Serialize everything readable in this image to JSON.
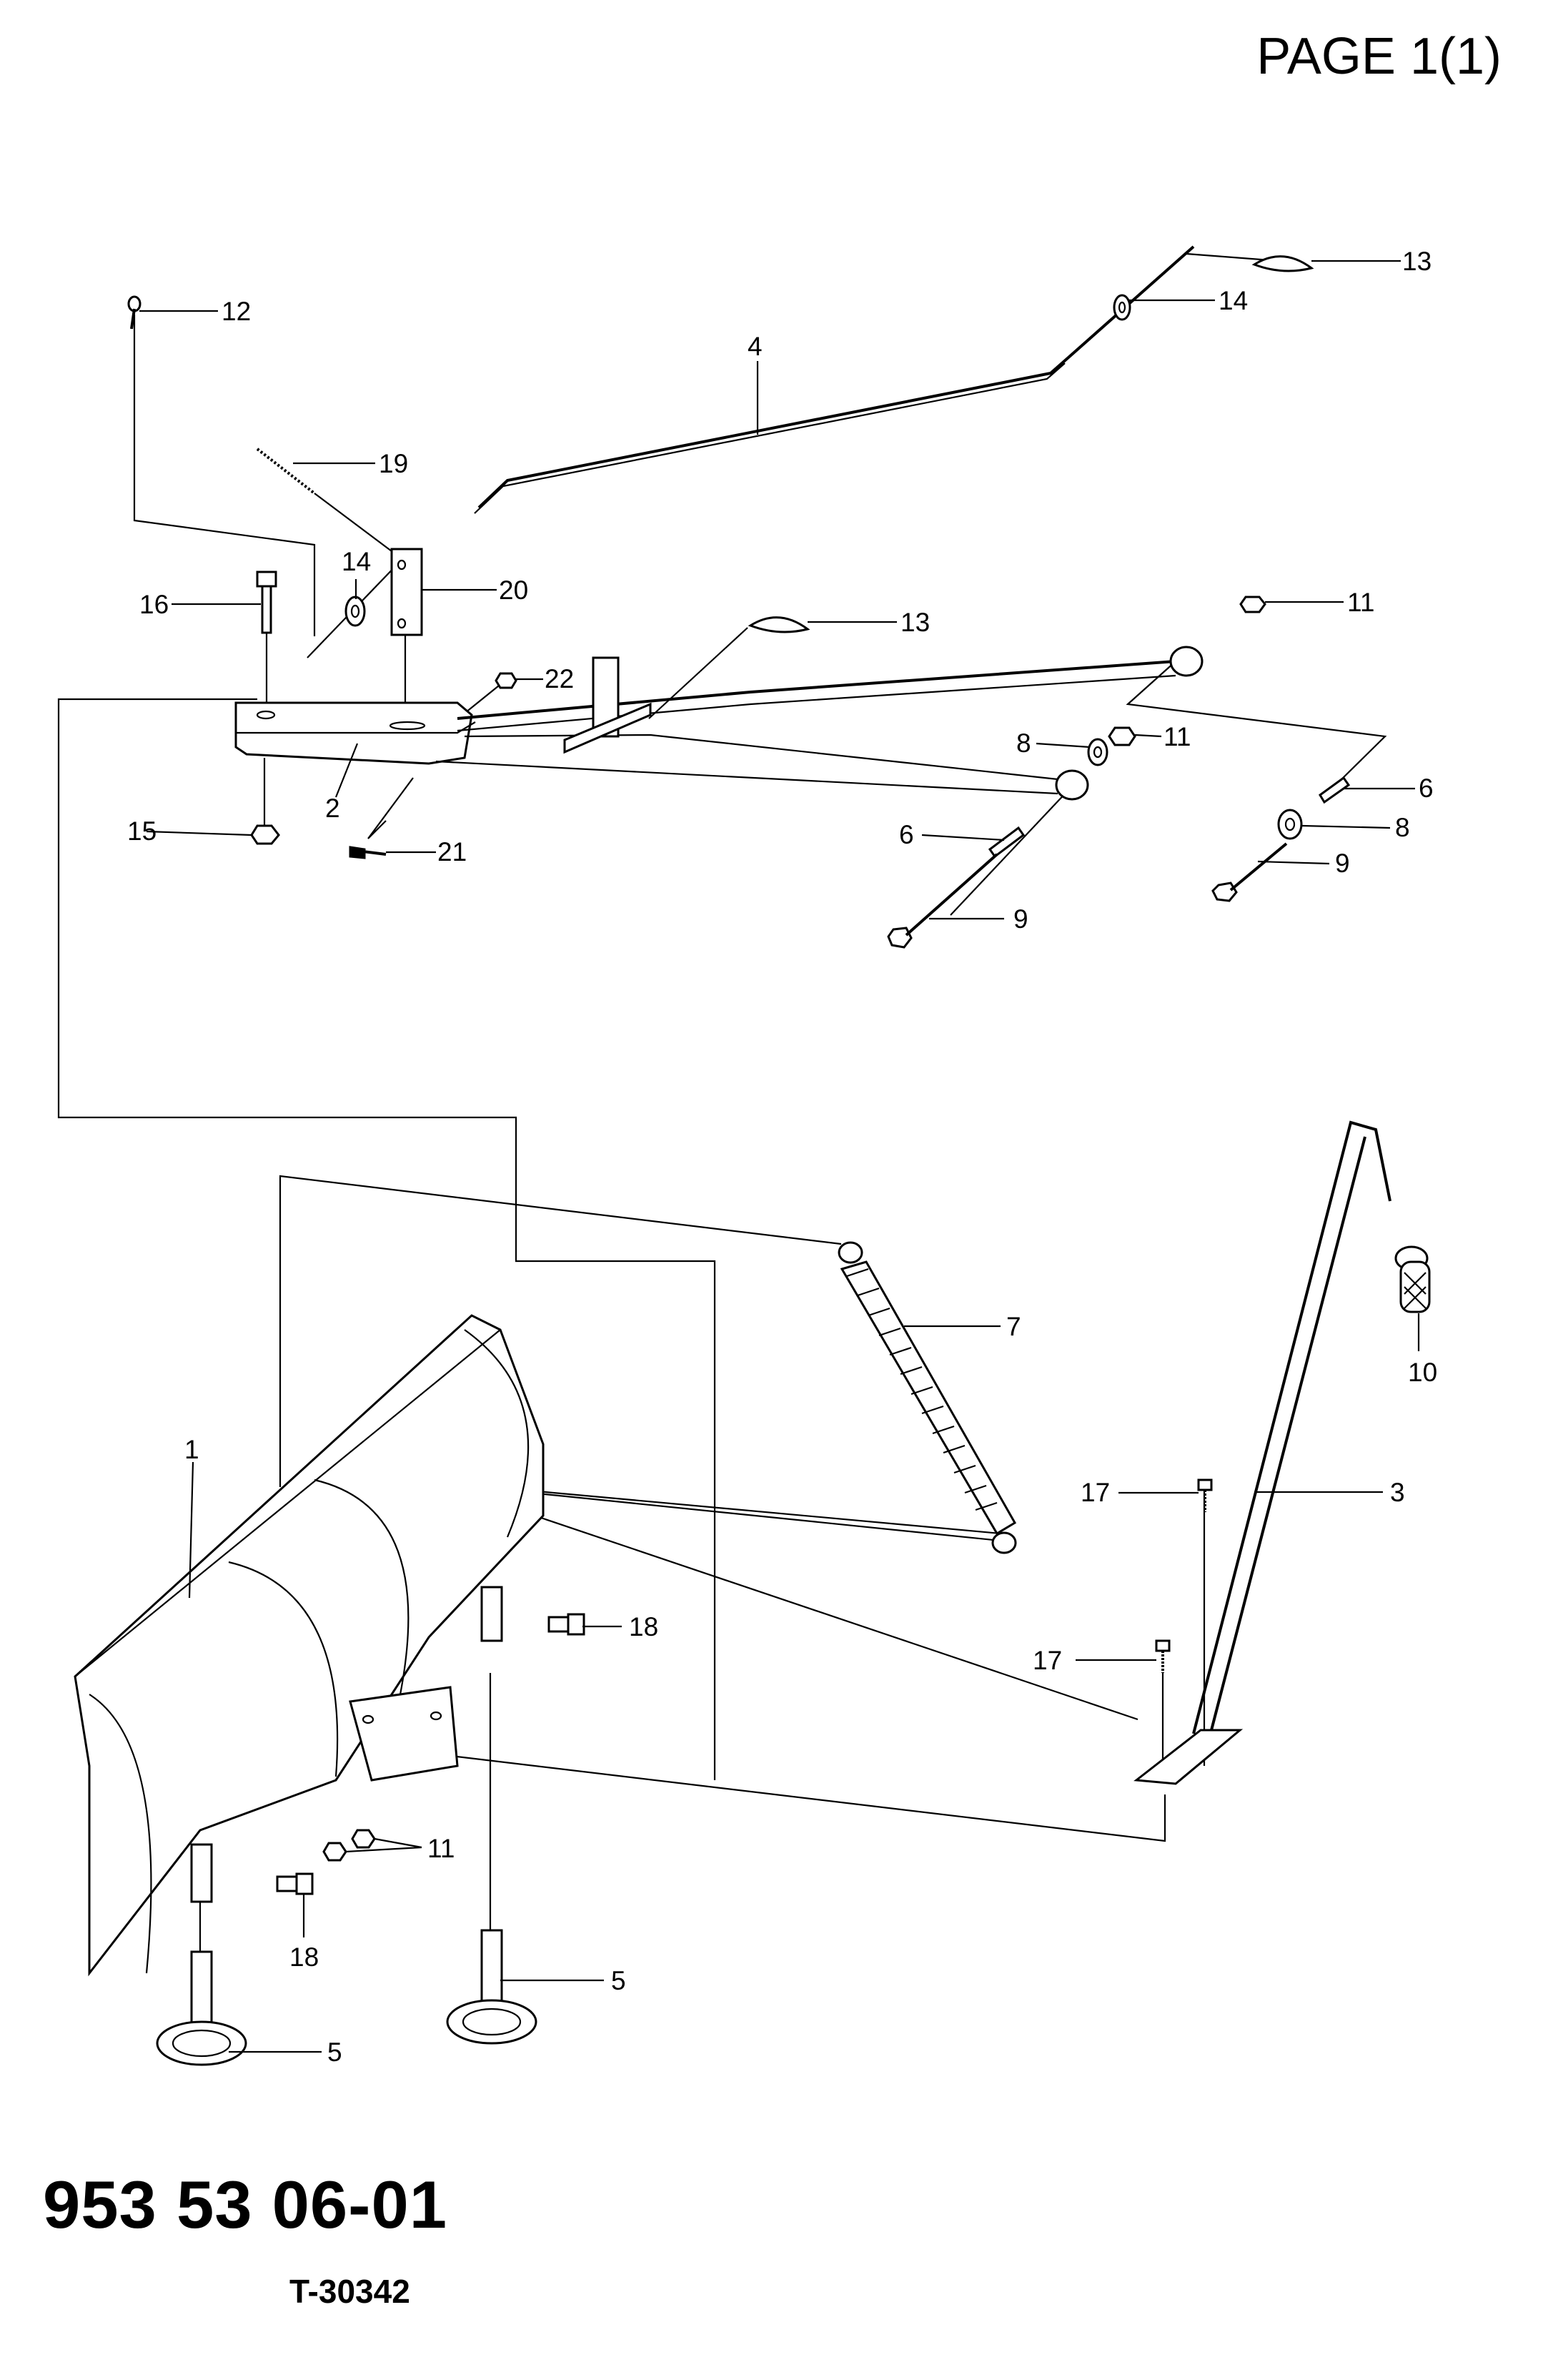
{
  "header": {
    "page_label": "PAGE 1(1)"
  },
  "footer": {
    "part_number": "953 53 06-01",
    "drawing_code": "T-30342"
  },
  "callouts": {
    "c1": "1",
    "c2": "2",
    "c3": "3",
    "c4": "4",
    "c5a": "5",
    "c5b": "5",
    "c6a": "6",
    "c6b": "6",
    "c7": "7",
    "c8a": "8",
    "c8b": "8",
    "c9a": "9",
    "c9b": "9",
    "c10": "10",
    "c11a": "11",
    "c11b": "11",
    "c11c": "11",
    "c12": "12",
    "c13a": "13",
    "c13b": "13",
    "c14a": "14",
    "c14b": "14",
    "c15": "15",
    "c16": "16",
    "c17a": "17",
    "c17b": "17",
    "c18a": "18",
    "c18b": "18",
    "c19": "19",
    "c20": "20",
    "c21": "21",
    "c22": "22"
  }
}
